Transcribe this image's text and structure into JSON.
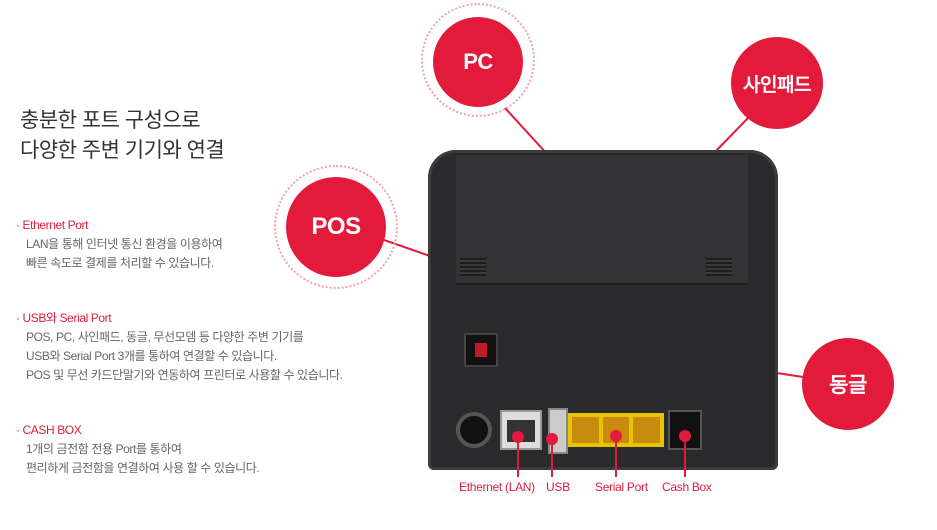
{
  "headline": [
    "충분한 포트 구성으로",
    "다양한 주변 기기와 연결"
  ],
  "sections": [
    {
      "title": "Ethernet Port",
      "lines": [
        "LAN을 통해 인터넷 통신 환경을 이용하여",
        "빠른 속도로 결제를 처리할 수 있습니다."
      ]
    },
    {
      "title": "USB와 Serial Port",
      "lines": [
        "POS, PC, 사인패드, 동글, 무선모뎀 등 다양한 주변 기기를",
        "USB와  Serial Port 3개를 통하여 연결할 수 있습니다.",
        "POS 및 무선 카드단말기와 연동하여 프린터로 사용할 수 있습니다."
      ]
    },
    {
      "title": "CASH BOX",
      "lines": [
        "1개의 금전함 전용 Port를 통하여",
        "편리하게 금전함을 연결하여 사용 할 수 있습니다."
      ]
    }
  ],
  "devices": {
    "pc": "PC",
    "signpad": "사인패드",
    "pos": "POS",
    "dongle": "동글"
  },
  "ports": {
    "ethernet": "Ethernet (LAN)",
    "usb": "USB",
    "serial": "Serial Port",
    "cashbox": "Cash Box"
  },
  "colors": {
    "accent": "#e31b3b"
  }
}
